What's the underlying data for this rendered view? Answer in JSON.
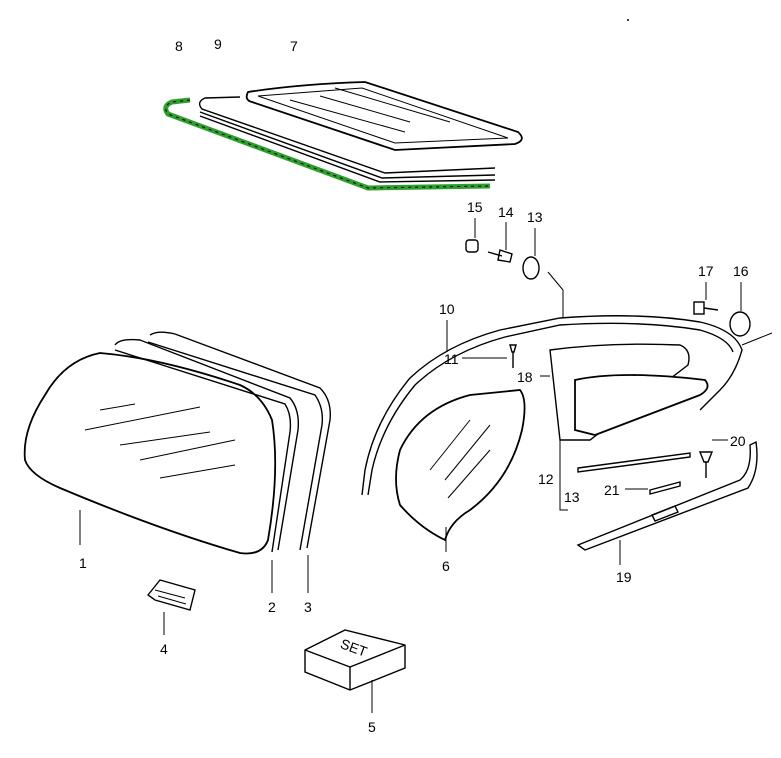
{
  "diagram": {
    "highlight_color": "#2e9e2e",
    "callouts": {
      "c1": "1",
      "c2": "2",
      "c3": "3",
      "c4": "4",
      "c5": "5",
      "c6": "6",
      "c7": "7",
      "c8": "8",
      "c9": "9",
      "c10": "10",
      "c11": "11",
      "c12": "12",
      "c13a": "13",
      "c13b": "13",
      "c14": "14",
      "c15": "15",
      "c16": "16",
      "c17": "17",
      "c18": "18",
      "c19": "19",
      "c20": "20",
      "c21": "21"
    },
    "set_box_label": "SET"
  }
}
